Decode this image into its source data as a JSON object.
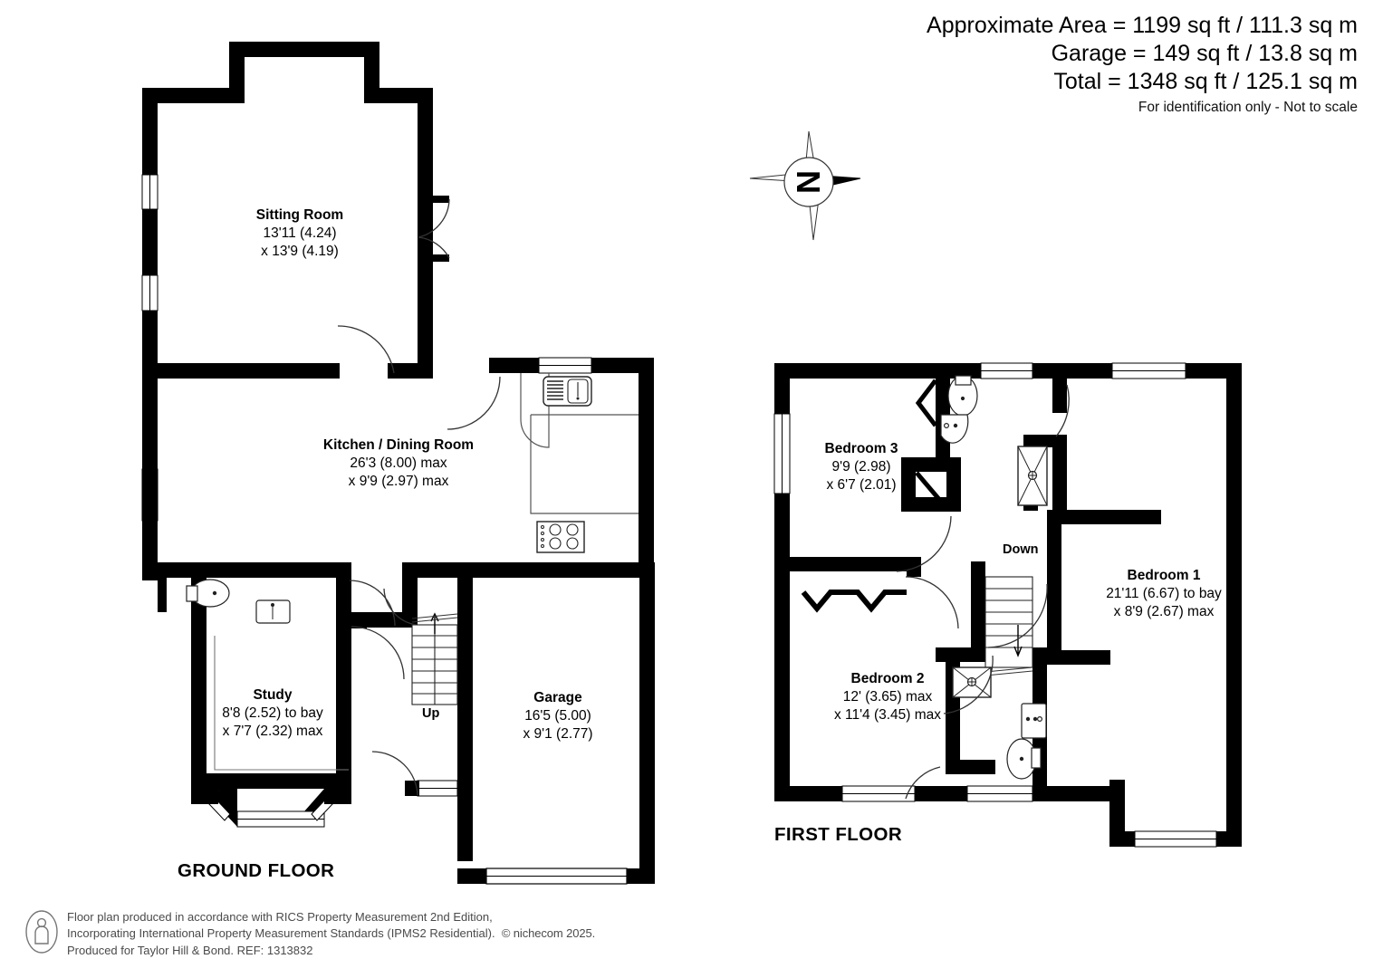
{
  "header": {
    "area_line": "Approximate Area = 1199 sq ft / 111.3 sq m",
    "garage_line": "Garage = 149 sq ft / 13.8 sq m",
    "total_line": "Total = 1348 sq ft / 125.1 sq m",
    "disclaimer": "For identification only - Not to scale"
  },
  "compass": {
    "label": "N",
    "name": "north-arrow"
  },
  "floors": [
    {
      "id": "ground",
      "title": "GROUND FLOOR"
    },
    {
      "id": "first",
      "title": "FIRST FLOOR"
    }
  ],
  "ground_floor": {
    "rooms": [
      {
        "name": "Sitting Room",
        "dim1": "13'11 (4.24)",
        "dim2": "x 13'9 (4.19)"
      },
      {
        "name": "Kitchen / Dining Room",
        "dim1": "26'3 (8.00) max",
        "dim2": "x 9'9 (2.97) max"
      },
      {
        "name": "Study",
        "dim1": "8'8 (2.52) to bay",
        "dim2": "x 7'7 (2.32) max"
      },
      {
        "name": "Garage",
        "dim1": "16'5 (5.00)",
        "dim2": "x 9'1 (2.77)"
      }
    ],
    "stair_label": "Up",
    "fixtures": [
      "toilet",
      "basin",
      "sink",
      "hob",
      "bay-window",
      "garage-door"
    ]
  },
  "first_floor": {
    "rooms": [
      {
        "name": "Bedroom 3",
        "dim1": "9'9 (2.98)",
        "dim2": "x 6'7 (2.01)"
      },
      {
        "name": "Bedroom 1",
        "dim1": "21'11 (6.67) to bay",
        "dim2": "x 8'9 (2.67) max"
      },
      {
        "name": "Bedroom 2",
        "dim1": "12' (3.65) max",
        "dim2": "x 11'4 (3.45) max"
      }
    ],
    "stair_label": "Down",
    "fixtures": [
      "toilet",
      "basin",
      "shower",
      "wardrobe",
      "bay-window"
    ]
  },
  "footer": {
    "line1": "Floor plan produced in accordance with RICS Property Measurement 2nd Edition,",
    "line2a": "Incorporating International Property Measurement Standards (IPMS2 Residential).",
    "line2b": "© nichecom 2025.",
    "line3": "Produced for Taylor Hill & Bond.   REF: 1313832"
  },
  "colors": {
    "wall": "#000000",
    "paper": "#ffffff",
    "footer_text": "#4a4a4a",
    "fixture_line": "#1a1a1a"
  }
}
